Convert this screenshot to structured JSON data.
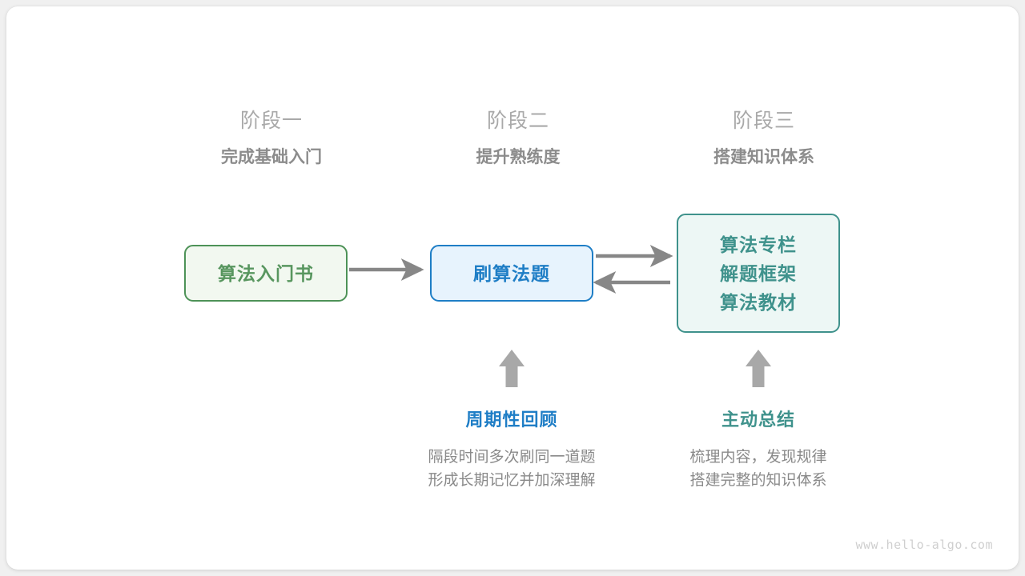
{
  "diagram": {
    "stages": [
      {
        "title": "阶段一",
        "subtitle": "完成基础入门"
      },
      {
        "title": "阶段二",
        "subtitle": "提升熟练度"
      },
      {
        "title": "阶段三",
        "subtitle": "搭建知识体系"
      }
    ],
    "nodes": [
      {
        "id": "book",
        "label": "算法入门书",
        "color": "#58965f",
        "border": "#4d9257",
        "fill": "#f2f8f0"
      },
      {
        "id": "practice",
        "label": "刷算法题",
        "color": "#1f7ec6",
        "border": "#1e7ec6",
        "fill": "#e7f3fd"
      },
      {
        "id": "knowledge",
        "lines": [
          "算法专栏",
          "解题框架",
          "算法教材"
        ],
        "color": "#3f928c",
        "border": "#3f928c",
        "fill": "#edf7f5"
      }
    ],
    "connectors": [
      {
        "from": "book",
        "to": "practice",
        "direction": "right"
      },
      {
        "from": "practice",
        "to": "knowledge",
        "direction": "right"
      },
      {
        "from": "knowledge",
        "to": "practice",
        "direction": "left"
      },
      {
        "from": "note-review",
        "to": "practice",
        "direction": "up"
      },
      {
        "from": "note-summary",
        "to": "knowledge",
        "direction": "up"
      }
    ],
    "notes": [
      {
        "id": "note-review",
        "title": "周期性回顾",
        "color": "#1f7ec6",
        "desc_lines": [
          "隔段时间多次刷同一道题",
          "形成长期记忆并加深理解"
        ]
      },
      {
        "id": "note-summary",
        "title": "主动总结",
        "color": "#3f928c",
        "desc_lines": [
          "梳理内容，发现规律",
          "搭建完整的知识体系"
        ]
      }
    ],
    "arrow_color": "#878787",
    "watermark": "www.hello-algo.com"
  }
}
